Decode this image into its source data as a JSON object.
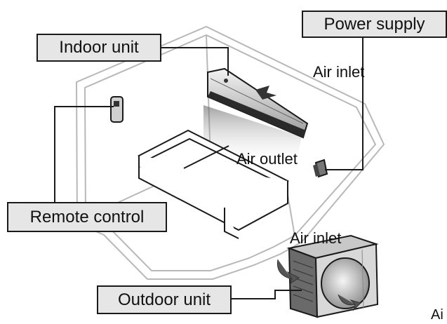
{
  "labels": {
    "power_supply": "Power supply",
    "indoor_unit": "Indoor unit",
    "remote_control": "Remote control",
    "outdoor_unit": "Outdoor unit"
  },
  "annotations": {
    "air_inlet_top": "Air inlet",
    "air_outlet": "Air outlet",
    "air_inlet_bottom": "Air inlet",
    "air_partial": "Ai"
  },
  "colors": {
    "label_fill": "#e6e6e6",
    "line": "#1a1a1a",
    "room_outline": "#b8b8b8",
    "unit_dark": "#333333"
  }
}
